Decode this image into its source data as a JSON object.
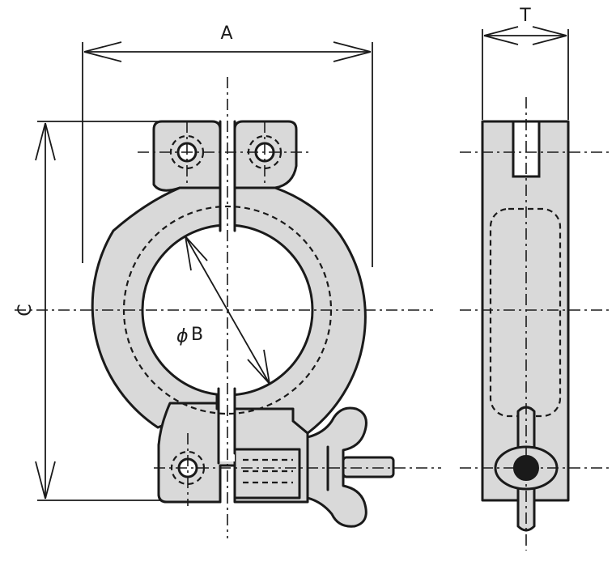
{
  "drawing": {
    "labels": {
      "a": "A",
      "t": "T",
      "c": "C",
      "phi": "ϕ",
      "b": "B"
    },
    "colors": {
      "ink": "#1a1a1a",
      "body_fill": "#d9d9d9",
      "background": "#ffffff"
    }
  }
}
